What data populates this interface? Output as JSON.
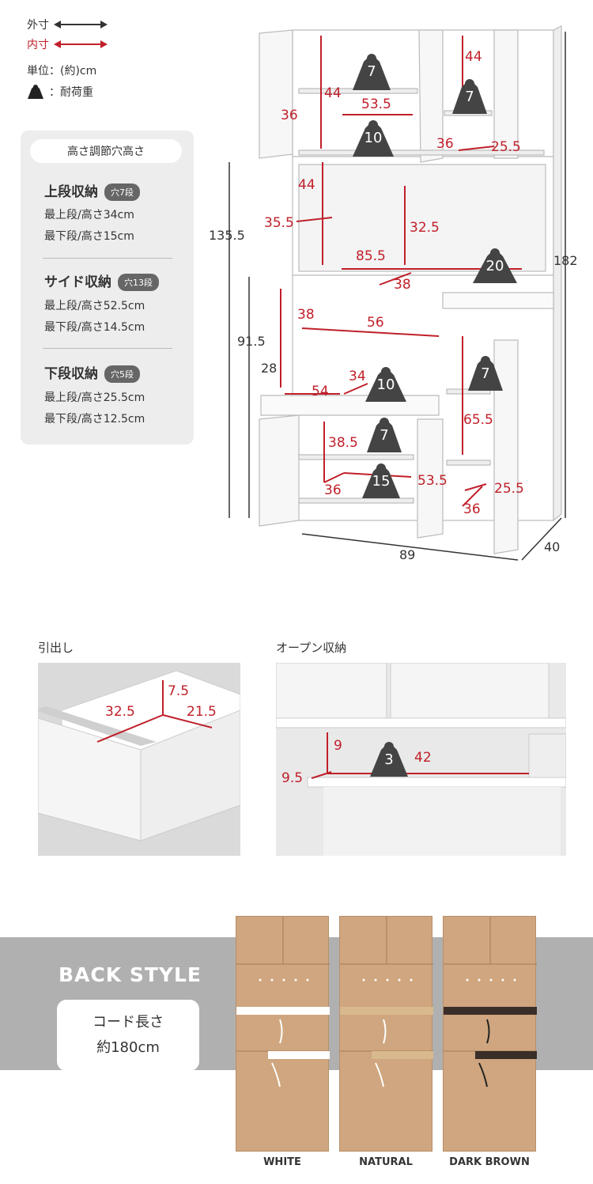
{
  "legend": {
    "outer": "外寸",
    "inner": "内寸",
    "unit": "単位：(約)cm",
    "load": "：耐荷重"
  },
  "panel": {
    "title": "高さ調節穴高さ",
    "sections": [
      {
        "name": "上段収納",
        "holes": "穴7段",
        "top": "最上段/高さ34cm",
        "bottom": "最下段/高さ15cm"
      },
      {
        "name": "サイド収納",
        "holes": "穴13段",
        "top": "最上段/高さ52.5cm",
        "bottom": "最下段/高さ14.5cm"
      },
      {
        "name": "下段収納",
        "holes": "穴5段",
        "top": "最上段/高さ25.5cm",
        "bottom": "最下段/高さ12.5cm"
      }
    ]
  },
  "main_dims": {
    "outer_height_upper": "135.5",
    "outer_height_lower": "91.5",
    "outer_height_total": "182",
    "outer_width": "89",
    "outer_depth": "40",
    "inner_28": "28"
  },
  "inner_dims": {
    "d44a": "44",
    "d44b": "44",
    "d36a": "36",
    "d53_5a": "53.5",
    "d36b": "36",
    "d25_5a": "25.5",
    "d44c": "44",
    "d35_5": "35.5",
    "d32_5": "32.5",
    "d85_5": "85.5",
    "d38a": "38",
    "d38b": "38",
    "d56": "56",
    "d34": "34",
    "d54": "54",
    "d65_5": "65.5",
    "d38_5": "38.5",
    "d36c": "36",
    "d53_5b": "53.5",
    "d25_5b": "25.5",
    "d36d": "36"
  },
  "weights": [
    "7",
    "7",
    "10",
    "20",
    "7",
    "10",
    "7",
    "15"
  ],
  "drawer": {
    "caption": "引出し",
    "d7_5": "7.5",
    "d32_5": "32.5",
    "d21_5": "21.5"
  },
  "open": {
    "caption": "オープン収納",
    "d9": "9",
    "d42": "42",
    "d9_5": "9.5",
    "weight": "3"
  },
  "back": {
    "title": "BACK STYLE",
    "cord_line1": "コード長さ",
    "cord_line2": "約180cm",
    "colors": [
      "WHITE",
      "NATURAL",
      "DARK BROWN"
    ],
    "strip_colors": [
      "#ffffff",
      "#d8b98d",
      "#3a2e29"
    ]
  },
  "colors": {
    "accent": "#c0202a",
    "text": "#333333"
  }
}
